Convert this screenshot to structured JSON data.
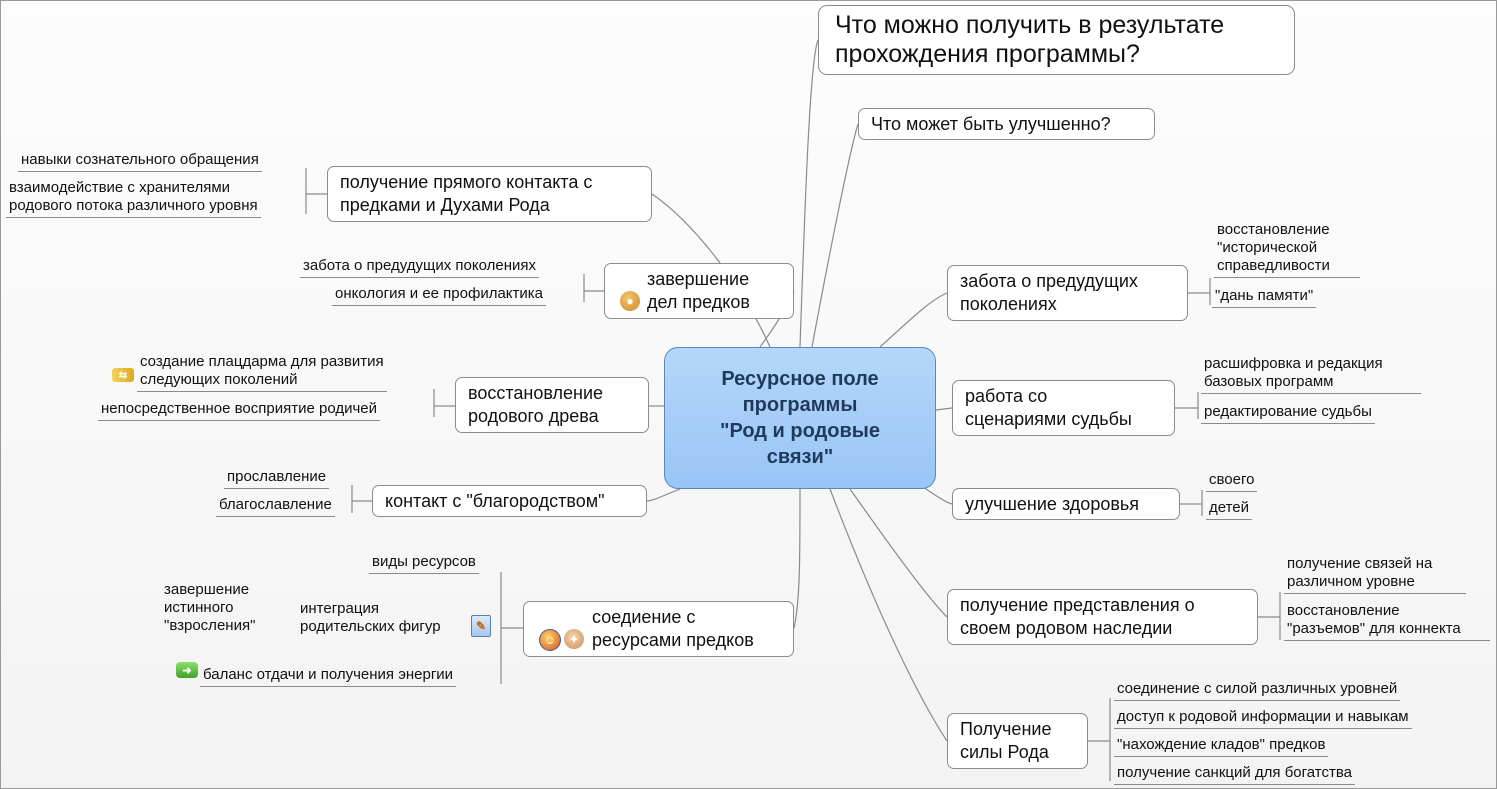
{
  "center": {
    "title": "Ресурсное поле\nпрограммы\n\"Род и родовые\nсвязи\""
  },
  "right": {
    "result": "Что можно получить в результате\nпрохождения программы?",
    "improve": "Что может быть улучшенно?",
    "care": "забота о предудущих\nпоколениях",
    "care_leaves": [
      "восстановление\n\"исторической\nсправедливости",
      "\"дань памяти\""
    ],
    "scenarios": "работа со\nсценариями судьбы",
    "scenario_leaves": [
      "расшифровка и редакция\nбазовых программ",
      "редактирование судьбы"
    ],
    "health": "улучшение здоровья",
    "health_leaves": [
      "своего",
      "детей"
    ],
    "heritage": "получение представления о\nсвоем родовом наследии",
    "heritage_leaves": [
      "получение связей на\nразличном уровне",
      "восстановление\n\"разъемов\" для коннекта"
    ],
    "power": "Получение\nсилы Рода",
    "power_leaves": [
      "соединение с силой различных уровней",
      "доступ к родовой информации и навыкам",
      "\"нахождение кладов\" предков",
      "получение санкций для богатства"
    ]
  },
  "left": {
    "contact": "получение прямого контакта с\nпредками и Духами Рода",
    "contact_leaves": [
      "навыки сознательного обращения",
      "взаимодействие с хранителями\nродового потока различного уровня"
    ],
    "finish": "завершение\nдел  предков",
    "finish_leaves": [
      "забота о предудущих поколениях",
      "онкология и ее профилактика"
    ],
    "tree": "восстановление\nродового древа",
    "tree_leaves": [
      "создание плацдарма для развития\nследующих поколений",
      "непосредственное  восприятие родичей"
    ],
    "noble": "контакт с \"благородством\"",
    "noble_leaves": [
      "прославление",
      "благославление"
    ],
    "resources": "соедиение с\nресурсами предков",
    "resource_leaves": [
      "виды ресурсов",
      "интеграция\nродительских фигур",
      "завершение\nистинного\n\"взросления\"",
      "баланс отдачи и получения энергии"
    ]
  },
  "icons": [
    "person-icon",
    "arrows-icon",
    "notepad-icon",
    "smiley-icon",
    "handshake-icon",
    "green-arrow-icon"
  ]
}
